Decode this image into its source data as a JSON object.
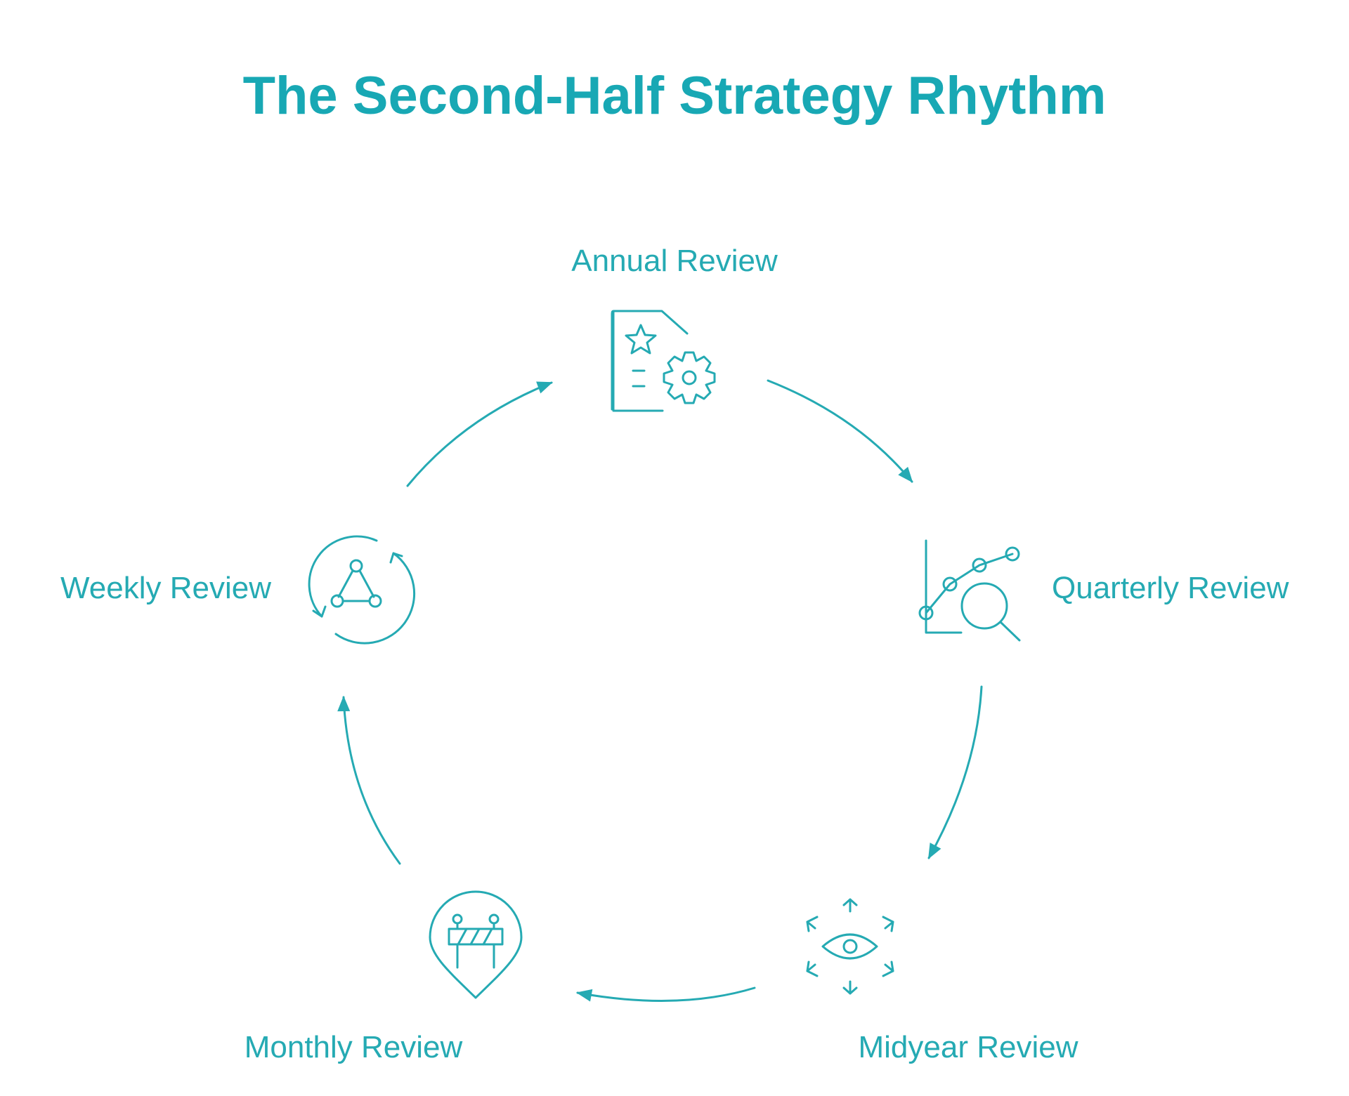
{
  "title": "The Second-Half Strategy Rhythm",
  "colors": {
    "title": "#18a8b4",
    "accent": "#25aab3"
  },
  "nodes": [
    {
      "id": "annual",
      "label": "Annual Review",
      "icon": "document-star-gear-icon"
    },
    {
      "id": "quarterly",
      "label": "Quarterly Review",
      "icon": "chart-magnifier-icon"
    },
    {
      "id": "midyear",
      "label": "Midyear Review",
      "icon": "eye-expand-arrows-icon"
    },
    {
      "id": "monthly",
      "label": "Monthly Review",
      "icon": "location-pin-barrier-icon"
    },
    {
      "id": "weekly",
      "label": "Weekly Review",
      "icon": "cycle-network-icon"
    }
  ],
  "flow": [
    {
      "from": "annual",
      "to": "quarterly"
    },
    {
      "from": "quarterly",
      "to": "midyear"
    },
    {
      "from": "midyear",
      "to": "monthly"
    },
    {
      "from": "monthly",
      "to": "weekly"
    },
    {
      "from": "weekly",
      "to": "annual"
    }
  ]
}
